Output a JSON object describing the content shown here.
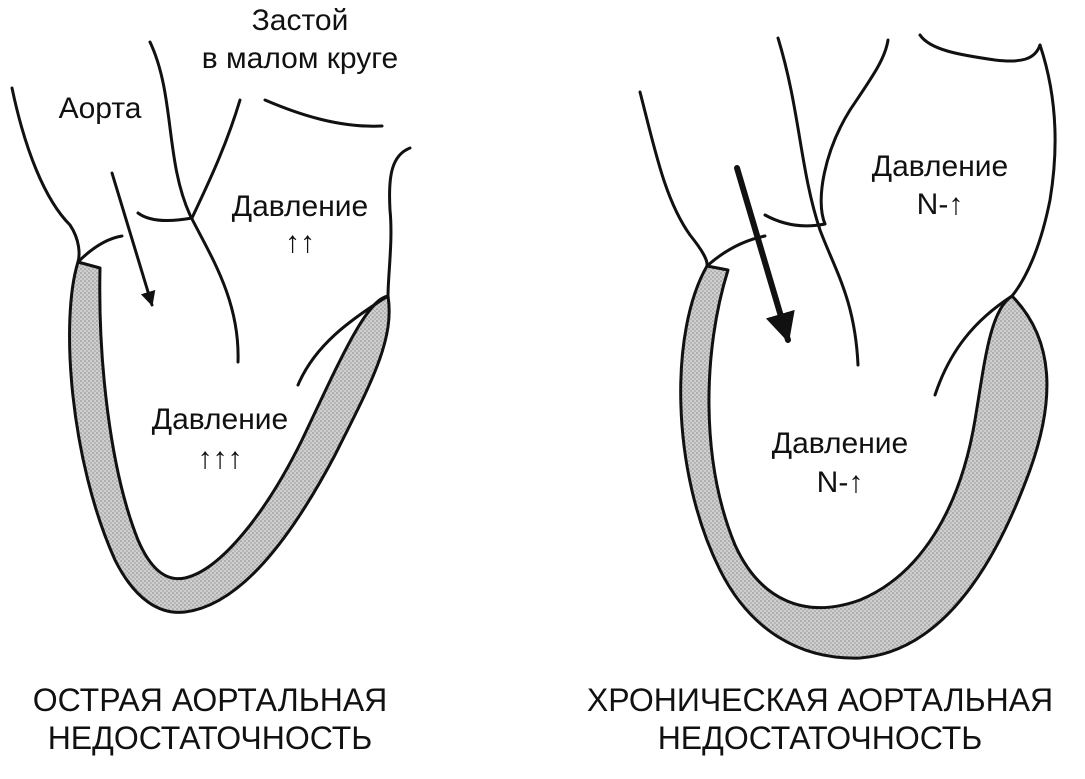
{
  "acute": {
    "aorta_label": "Аорта",
    "congestion_line1": "Застой",
    "congestion_line2": "в малом круге",
    "atrium_pressure_label": "Давление",
    "atrium_pressure_arrows": "↑↑",
    "ventricle_pressure_label": "Давление",
    "ventricle_pressure_arrows": "↑↑↑",
    "caption_line1": "ОСТРАЯ АОРТАЛЬНАЯ",
    "caption_line2": "НЕДОСТАТОЧНОСТЬ"
  },
  "chronic": {
    "atrium_pressure_label": "Давление",
    "atrium_pressure_value": "N-↑",
    "ventricle_pressure_label": "Давление",
    "ventricle_pressure_value": "N-↑",
    "caption_line1": "ХРОНИЧЕСКАЯ АОРТАЛЬНАЯ",
    "caption_line2": "НЕДОСТАТОЧНОСТЬ"
  },
  "colors": {
    "ink": "#111111",
    "wall_fill": "#c8c8c8",
    "background": "#ffffff"
  }
}
